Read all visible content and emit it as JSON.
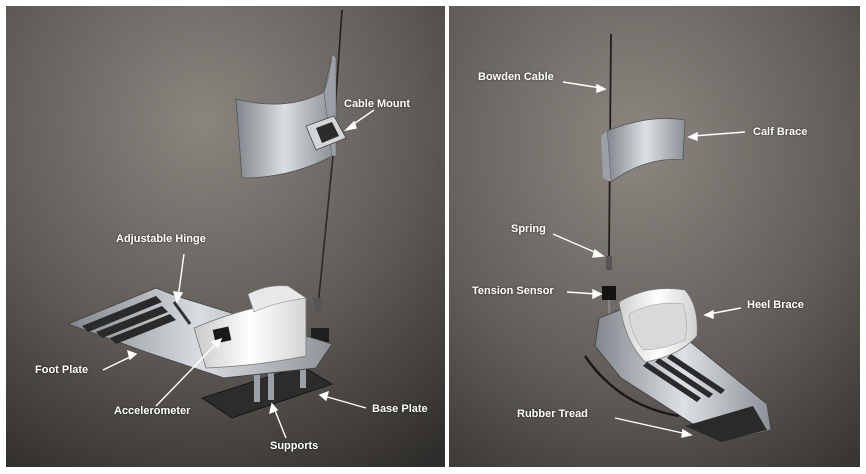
{
  "colors": {
    "background_dark": "#3a3836",
    "background_mid": "#7a7671",
    "label_text": "#ffffff",
    "metal": "#b8bcc0",
    "brace_white": "#f2f2f2",
    "sensor_black": "#1a1a1a"
  },
  "left_panel": {
    "labels": {
      "cable_mount": "Cable Mount",
      "adjustable_hinge": "Adjustable Hinge",
      "foot_plate": "Foot Plate",
      "accelerometer": "Accelerometer",
      "base_plate": "Base Plate",
      "supports": "Supports"
    }
  },
  "right_panel": {
    "labels": {
      "bowden_cable": "Bowden Cable",
      "calf_brace": "Calf Brace",
      "spring": "Spring",
      "tension_sensor": "Tension Sensor",
      "heel_brace": "Heel Brace",
      "rubber_tread": "Rubber Tread"
    }
  }
}
